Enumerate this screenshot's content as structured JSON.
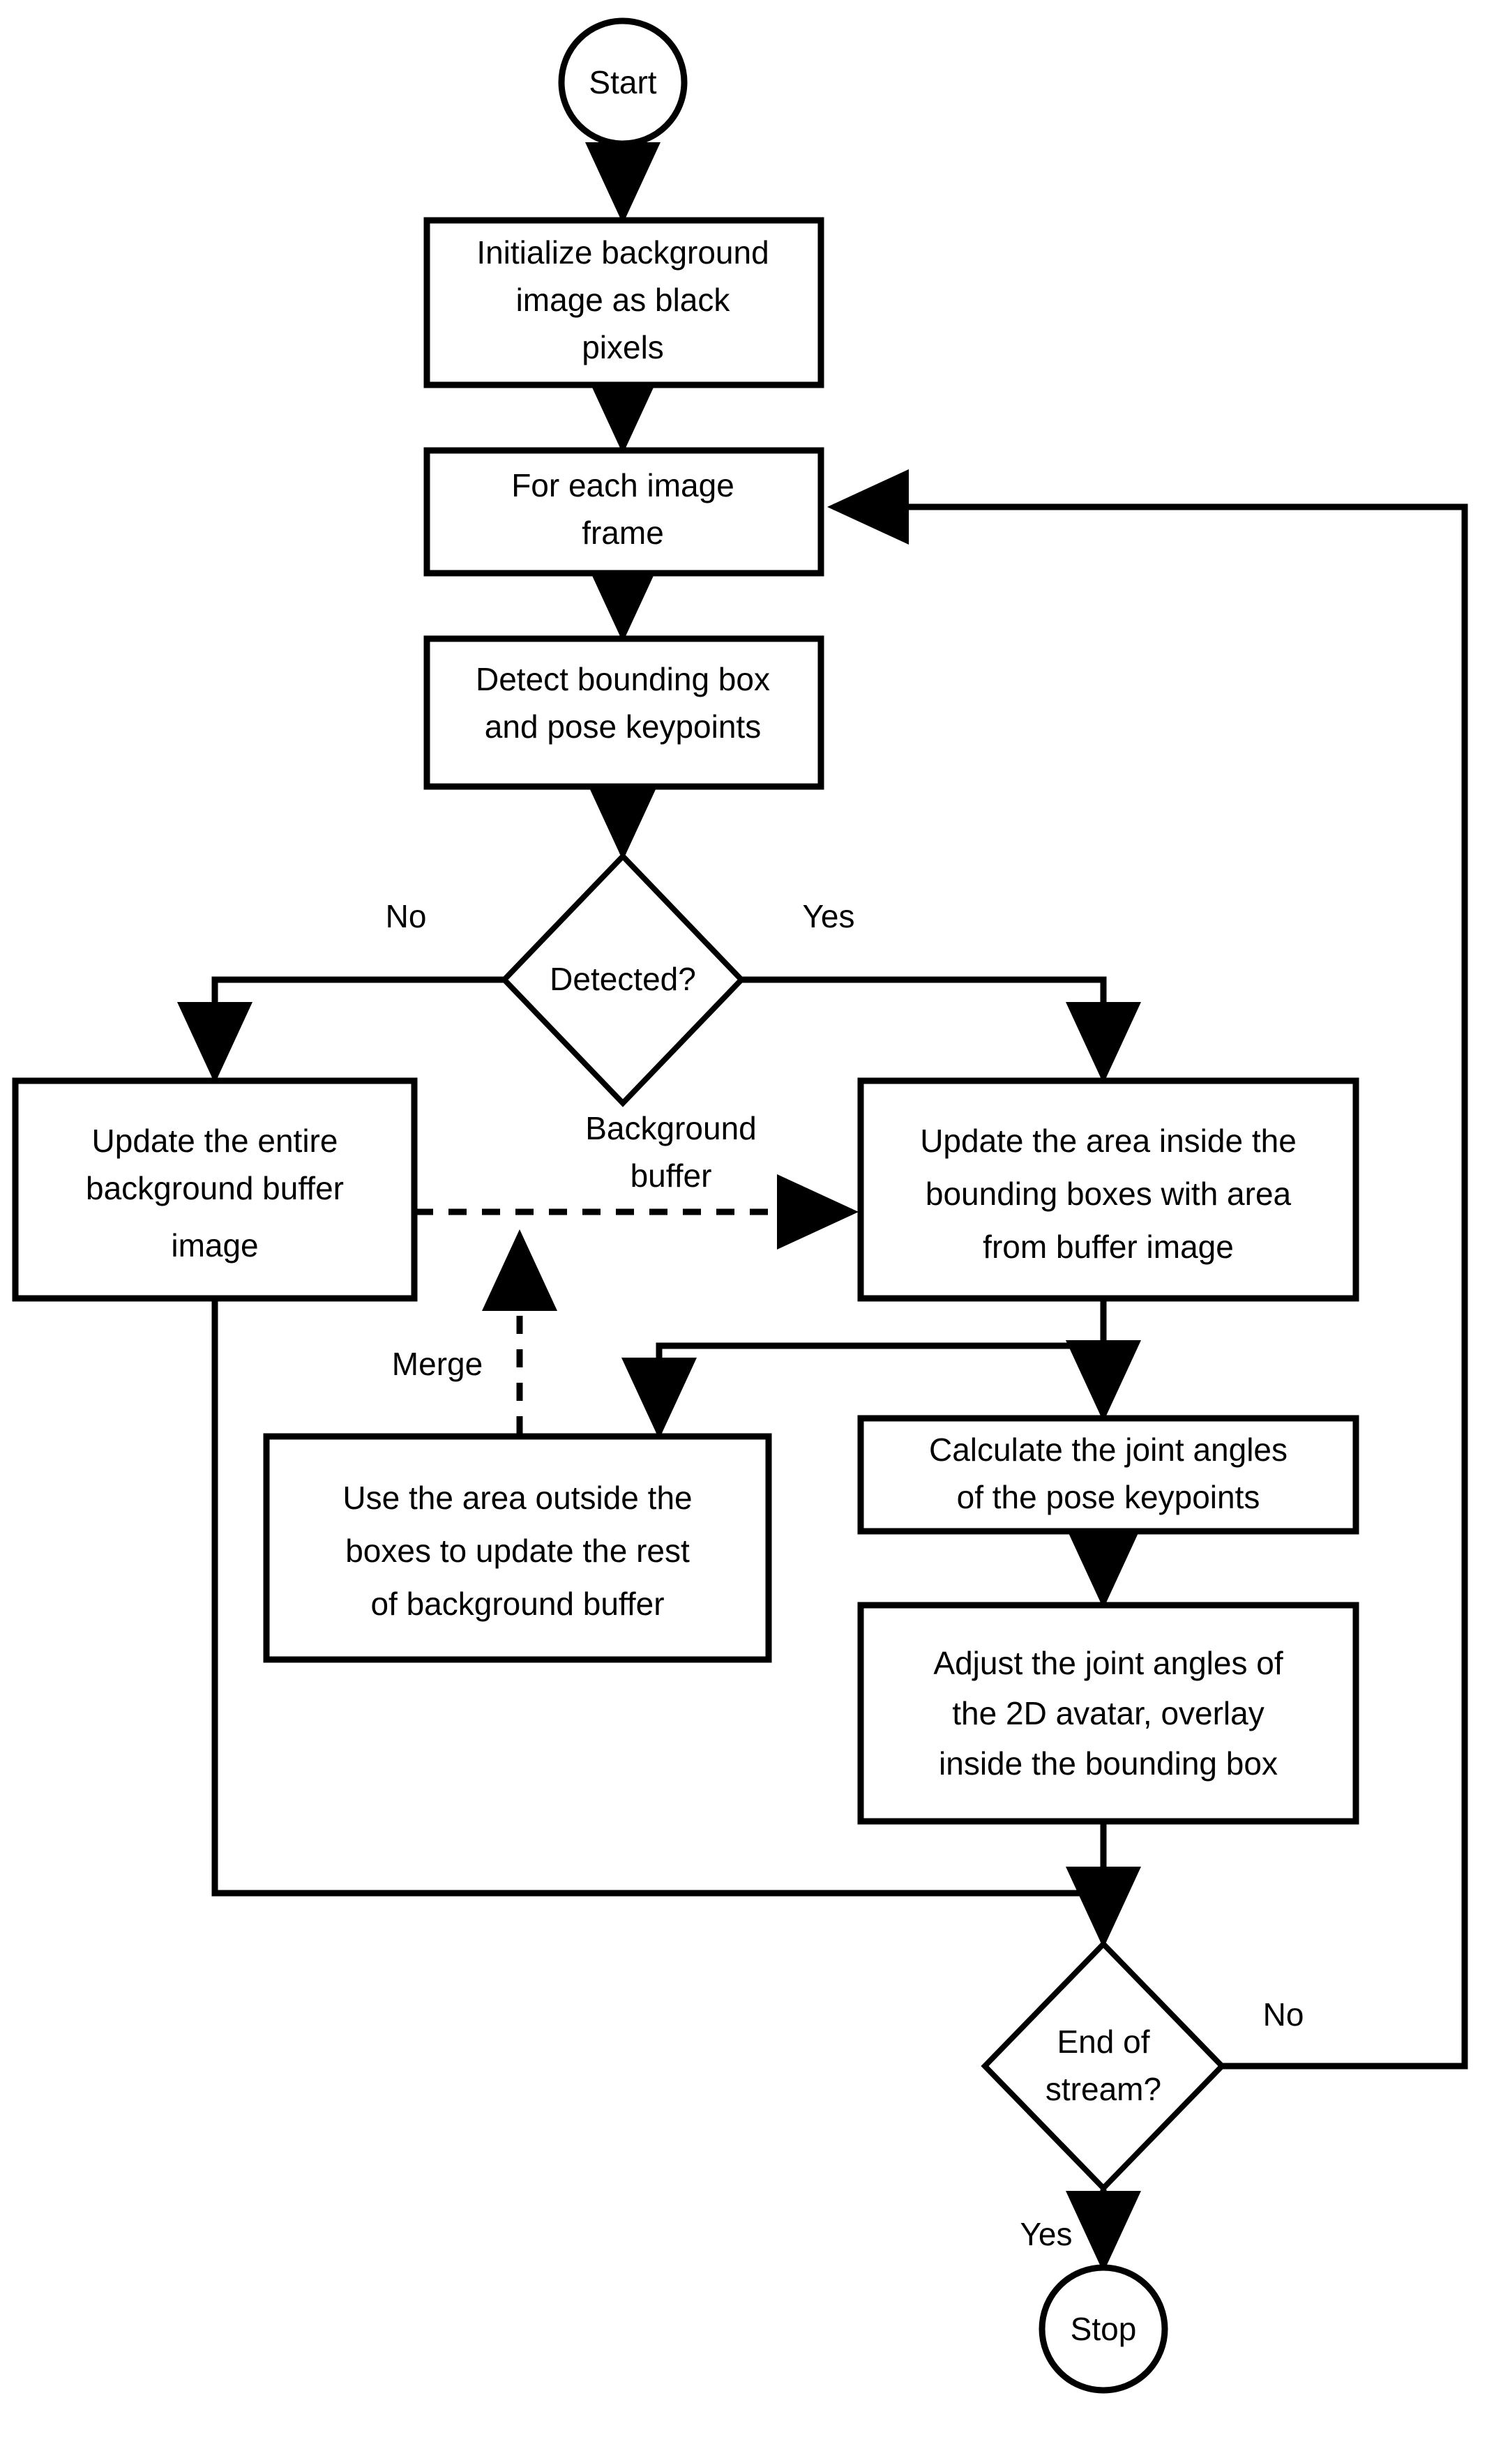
{
  "diagram": {
    "type": "flowchart",
    "title": "",
    "background_color": "#ffffff",
    "line_color": "#000000",
    "text_color": "#000000"
  },
  "nodes": {
    "start": {
      "label": "Start",
      "shape": "circle"
    },
    "init": {
      "line1": "Initialize background",
      "line2": "image as black",
      "line3": "pixels",
      "shape": "process"
    },
    "for_each_frame": {
      "line1": "For each image",
      "line2": "frame",
      "shape": "process"
    },
    "detect": {
      "line1": "Detect bounding box",
      "line2": "and pose keypoints",
      "shape": "process"
    },
    "detected_decision": {
      "label": "Detected?",
      "shape": "decision"
    },
    "update_entire": {
      "line1": "Update the entire",
      "line2": "background buffer",
      "line3": "image",
      "shape": "process"
    },
    "update_inside": {
      "line1": "Update the area inside the",
      "line2": "bounding boxes with area",
      "line3": "from buffer image",
      "shape": "process"
    },
    "use_outside": {
      "line1": "Use the area outside the",
      "line2": "boxes to update the rest",
      "line3": "of background buffer",
      "shape": "process"
    },
    "calculate_angles": {
      "line1": "Calculate the joint angles",
      "line2": "of the pose keypoints",
      "shape": "process"
    },
    "adjust_angles": {
      "line1": "Adjust the joint angles of",
      "line2": "the 2D avatar, overlay",
      "line3": "inside the bounding box",
      "shape": "process"
    },
    "end_of_stream_decision": {
      "line1": "End of",
      "line2": "stream?",
      "shape": "decision"
    },
    "stop": {
      "label": "Stop",
      "shape": "circle"
    }
  },
  "edge_labels": {
    "detected_no": "No",
    "detected_yes": "Yes",
    "background_buffer_line1": "Background",
    "background_buffer_line2": "buffer",
    "merge": "Merge",
    "end_of_stream_no": "No",
    "end_of_stream_yes": "Yes"
  }
}
